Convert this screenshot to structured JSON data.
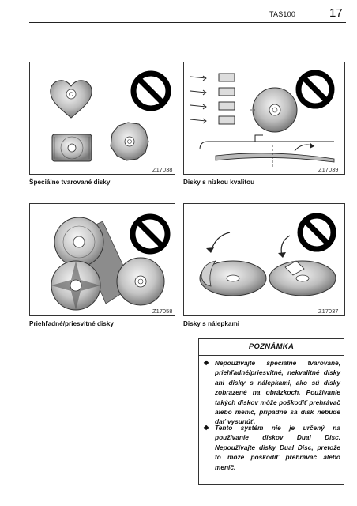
{
  "header": {
    "model_code": "TAS100",
    "page_number": "17"
  },
  "figures": [
    {
      "code": "Z17038",
      "caption": "Špeciálne tvarované disky"
    },
    {
      "code": "Z17039",
      "caption": "Disky s nízkou kvalitou"
    },
    {
      "code": "Z17058",
      "caption": "Priehľadné/priesvitné disky"
    },
    {
      "code": "Z17037",
      "caption": "Disky s nálepkami"
    }
  ],
  "note": {
    "title": "POZNÁMKA",
    "items": [
      {
        "bullet": "◆",
        "text": "Nepoužívajte špeciálne tvarované, priehľadné/priesvitné, nekvalitné disky ani disky s nálepkami, ako sú disky zobrazené na obrázkoch. Používanie takých diskov môže poškodiť prehrávač alebo menič, prípadne sa disk nebude dať vysunúť."
      },
      {
        "bullet": "◆",
        "text": "Tento systém nie je určený na používanie diskov Dual Disc. Nepoužívajte disky Dual Disc, pretože to môže poškodiť prehrávač alebo menič."
      }
    ]
  },
  "colors": {
    "prohibit": "#000000",
    "disc_fill": "#d9d9d9",
    "transparent_sheet": "#8c8c8c"
  }
}
